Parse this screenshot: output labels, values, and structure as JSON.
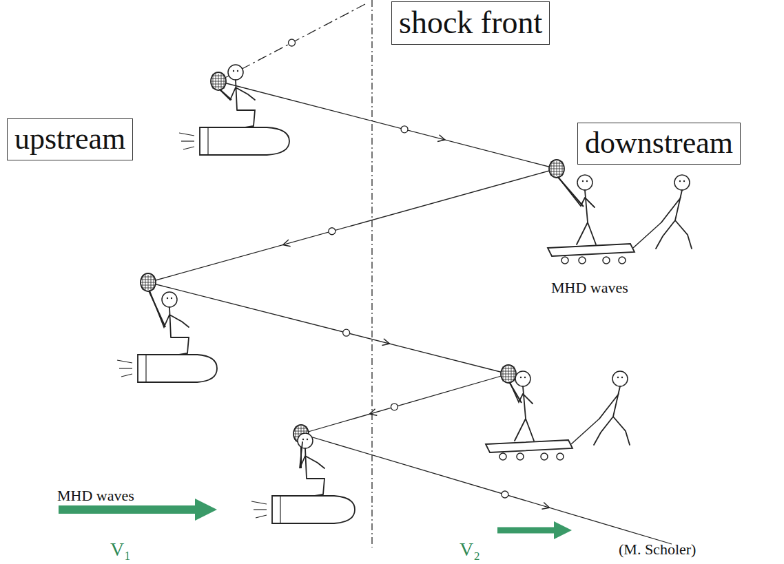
{
  "diagram": {
    "nodes": [
      {
        "text": [
          "shock front"
        ]
      },
      {
        "text": [
          "upstream"
        ]
      },
      {
        "text": [
          "downstream"
        ]
      }
    ],
    "edges": [],
    "labels": [
      "MHD waves",
      "MHD waves",
      "V₁",
      "V₂",
      "(M. Scholer)"
    ]
  }
}
